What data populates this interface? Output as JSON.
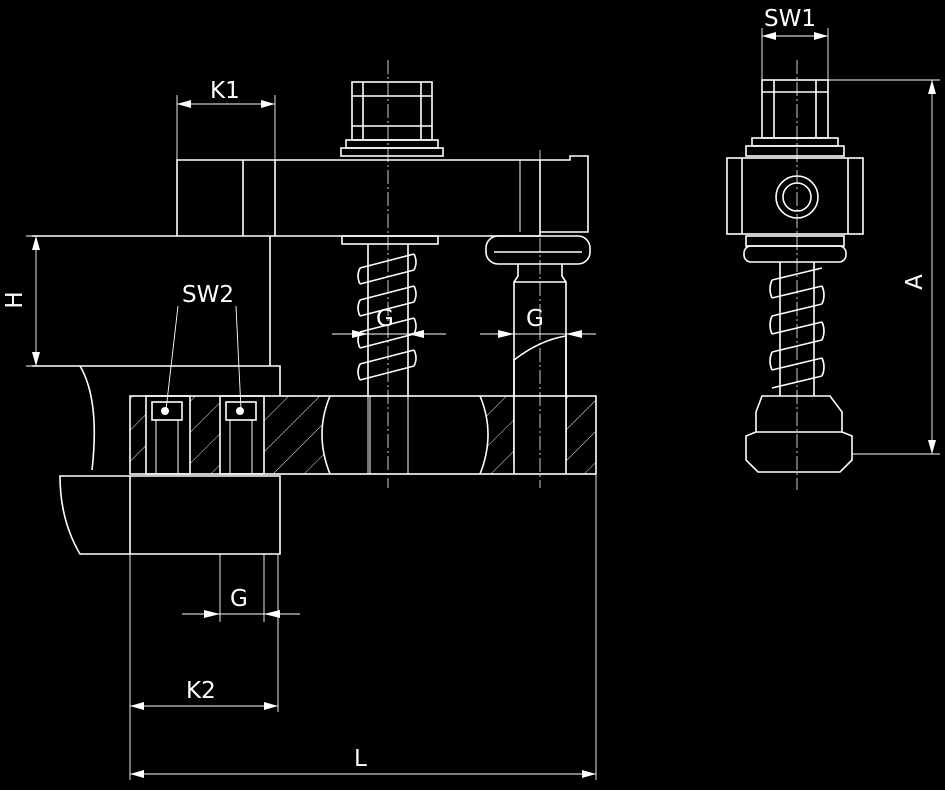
{
  "labels": {
    "sw1": "SW1",
    "k1": "K1",
    "h": "H",
    "sw2": "SW2",
    "a": "A",
    "g_left": "G",
    "g_right": "G",
    "g_bottom": "G",
    "k2": "K2",
    "l": "L"
  },
  "colors": {
    "background": "#000000",
    "line": "#ffffff"
  }
}
